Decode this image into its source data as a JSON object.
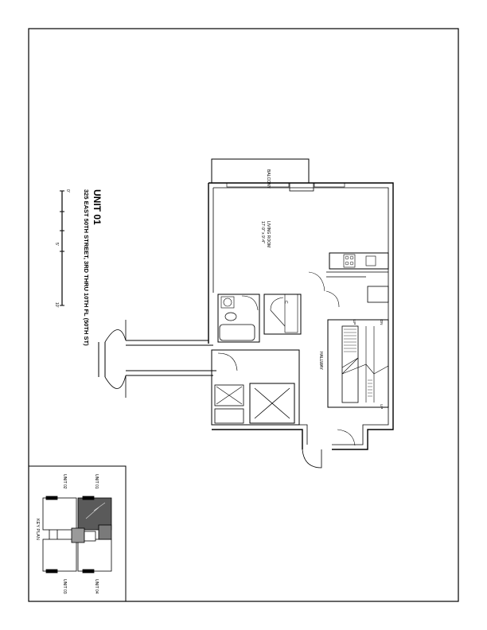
{
  "title_block": {
    "unit": "UNIT 01",
    "address": "325 EAST 50TH STREET, 3RD THRU 10TH FL (50TH ST)",
    "scale_ticks": [
      "0'",
      "5'",
      "10'"
    ]
  },
  "rooms": {
    "balcony": "BALCONY",
    "living_room": "LIVING ROOM",
    "living_room_dims": "17'-9\" x 9'-4\"",
    "hallway": "HALLWAY",
    "closet": "C"
  },
  "stair": {
    "up_1": "UP",
    "up_2": "UP",
    "dn": "DN"
  },
  "key_plan": {
    "title": "KEY PLAN",
    "unit_01": "UNIT 01",
    "unit_02": "UNIT 02",
    "unit_03": "UNIT 03",
    "unit_04": "UNIT 04"
  },
  "colors": {
    "ink": "#000000",
    "paper": "#ffffff",
    "highlight": "#5a5a5a",
    "key_mid": "#9a9a9a"
  }
}
